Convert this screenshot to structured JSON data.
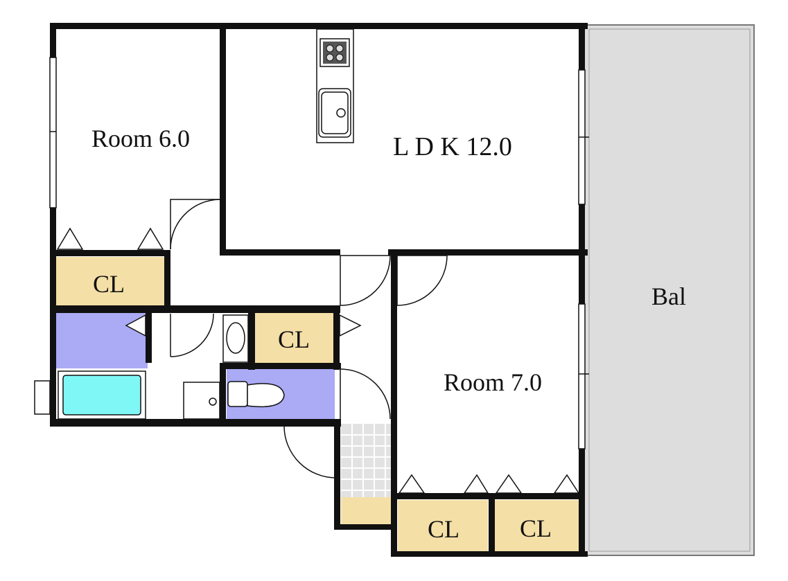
{
  "rooms": {
    "room_6": "Room 6.0",
    "ldk": "L D K 12.0",
    "room_7": "Room 7.0",
    "balcony": "Bal"
  },
  "closets": {
    "cl_room6": "CL",
    "cl_hall": "CL",
    "cl_room7_left": "CL",
    "cl_room7_right": "CL"
  },
  "colors": {
    "wall": "#111111",
    "closet": "#f4dfa6",
    "wet_area": "#aaaaf5",
    "bathtub": "#7ff7f7",
    "balcony": "#dddddd",
    "entrance_tile": "#e2e2e2"
  }
}
